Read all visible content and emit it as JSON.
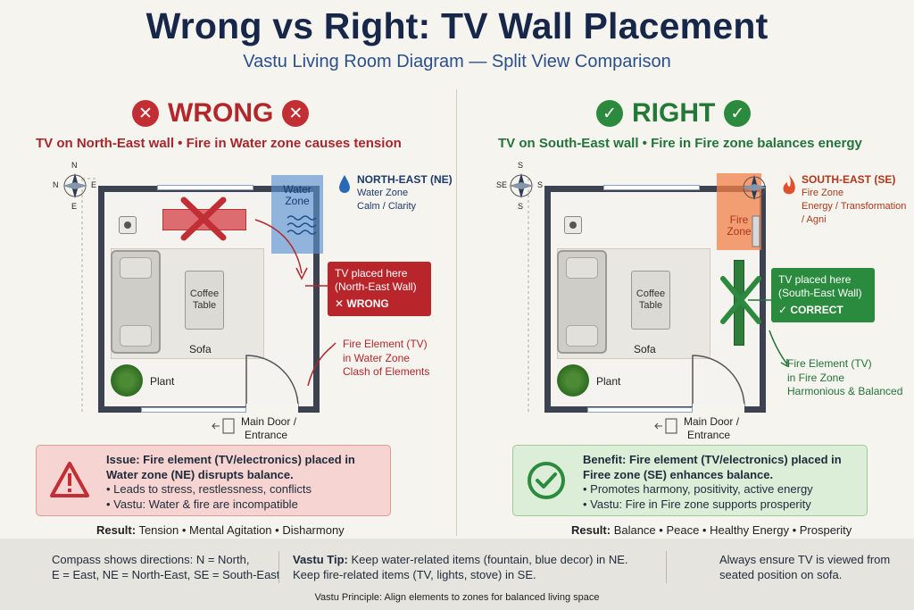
{
  "title": "Wrong vs Right: TV Wall Placement",
  "subtitle": "Vastu Living Room Diagram — Split View Comparison",
  "wrong": {
    "verdict": "WRONG",
    "headline": "TV on North-East wall • Fire in Water zone causes tension",
    "compass": {
      "n": "N",
      "w": "N",
      "e": "E",
      "s": "E"
    },
    "zone_tag": "Water Zone",
    "zone_name": "NORTH-EAST (NE)",
    "zone_line1": "Water Zone",
    "zone_line2": "Calm / Clarity",
    "zone_line3": "",
    "callout_line1": "TV placed here",
    "callout_line2": "(North-East Wall)",
    "callout_result": "✕  WRONG",
    "table_label": "Coffee Table",
    "sofa_label": "Sofa",
    "plant_label": "Plant",
    "clash_line1": "Fire Element (TV)",
    "clash_line2": "in Water Zone",
    "clash_line3": "Clash of Elements",
    "door_line1": "Main Door /",
    "door_line2": "Entrance",
    "info_title1": "Issue: Fire element (TV/electronics) placed in",
    "info_title2": "Water zone (NE) disrupts balance.",
    "info_b1": "• Leads to stress, restlessness, conflicts",
    "info_b2": "• Vastu: Water & fire are incompatible",
    "result_label": "Result:",
    "result_text": "Tension • Mental Agitation • Disharmony",
    "color": "#c12e33"
  },
  "right": {
    "verdict": "RIGHT",
    "headline": "TV on South-East wall • Fire in Fire zone balances energy",
    "compass": {
      "n": "S",
      "w": "SE",
      "e": "S",
      "s": "S"
    },
    "zone_tag": "Fire Zone",
    "zone_name": "SOUTH-EAST (SE)",
    "zone_line1": "Fire Zone",
    "zone_line2": "Energy / Transformation",
    "zone_line3": "/ Agni",
    "callout_line1": "TV placed here",
    "callout_line2": "(South-East Wall)",
    "callout_result": "✓ CORRECT",
    "table_label": "Coffee Table",
    "sofa_label": "Sofa",
    "plant_label": "Plant",
    "clash_line1": "Fire Element (TV)",
    "clash_line2": "in Fire Zone",
    "clash_line3": "Harmonious & Balanced",
    "door_line1": "Main Door /",
    "door_line2": "Entrance",
    "info_title1": "Benefit: Fire element (TV/electronics) placed in",
    "info_title2": "Firee zone (SE) enhances balance.",
    "info_b1": "• Promotes harmony, positivity, active energy",
    "info_b2": "• Vastu: Fire in Fire zone supports prosperity",
    "result_label": "Result:",
    "result_text": "Balance • Peace • Healthy Energy • Prosperity",
    "color": "#2b8a3e"
  },
  "footer": {
    "compass_line1": "Compass shows directions: N = North,",
    "compass_line2": "E = East, NE = North-East, SE = South-East",
    "tip_label": "Vastu Tip:",
    "tip_line1": " Keep water-related items (fountain, blue decor) in NE.",
    "tip_line2": "Keep fire-related items (TV, lights, stove) in SE.",
    "tv_line1": "Always ensure TV is viewed from",
    "tv_line2": "seated position on sofa.",
    "principle": "Vastu Principle: Align elements to zones for balanced living space"
  },
  "icons": {
    "wrong_mark": "x-circle-icon",
    "right_mark": "check-circle-icon",
    "warning": "warning-triangle-icon",
    "success": "check-circle-icon",
    "water": "water-drop-icon",
    "fire": "flame-icon",
    "sofa": "sofa-icon",
    "compass": "compass-icon"
  }
}
